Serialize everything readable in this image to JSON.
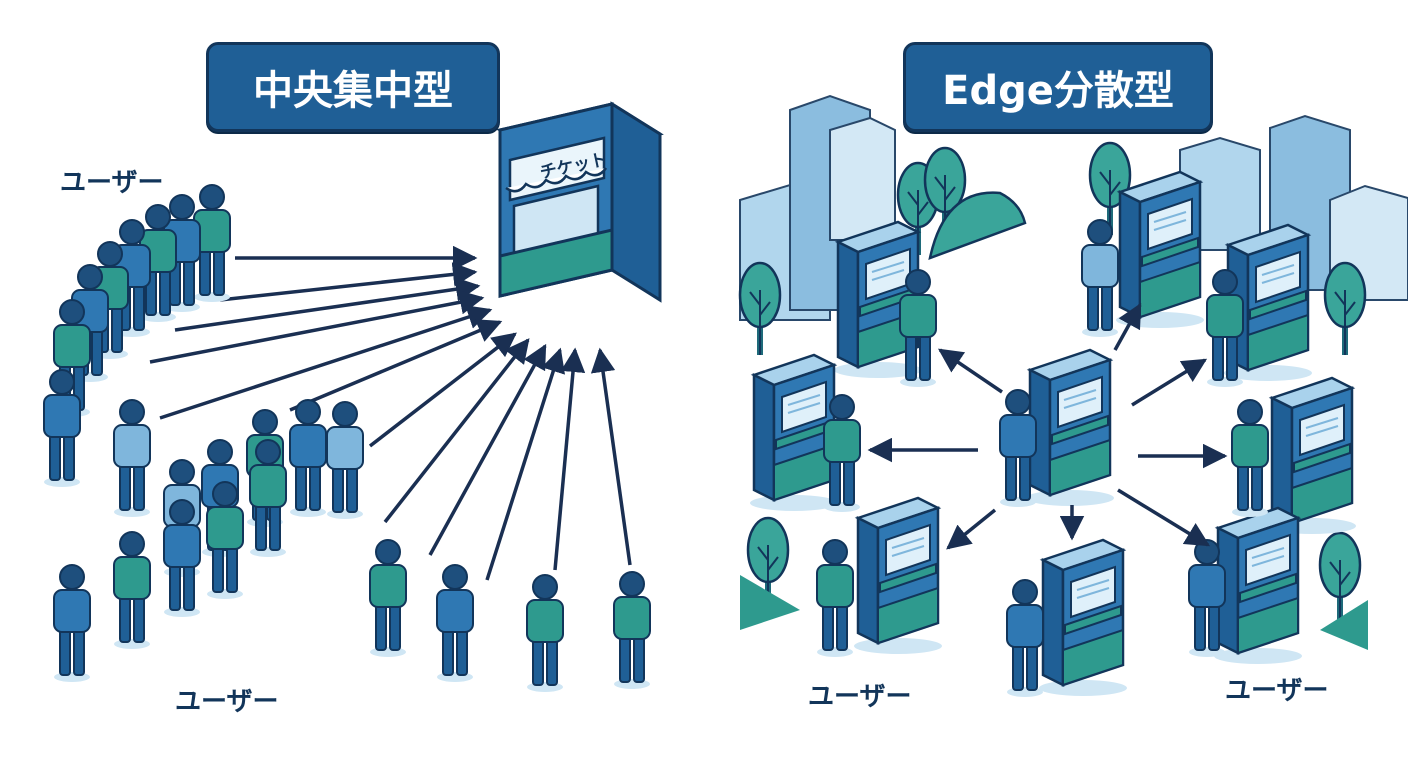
{
  "panels": {
    "left": {
      "title": "中央集中型",
      "booth_sign": "チケット",
      "user_labels": [
        "ユーザー",
        "ユーザー"
      ]
    },
    "right": {
      "title": "Edge分散型",
      "user_labels": [
        "ユーザー",
        "ユーザー"
      ]
    }
  },
  "colors": {
    "navy": "#12355a",
    "blue": "#1f5f96",
    "mid_blue": "#2f78b3",
    "light_blue": "#a9d2ec",
    "teal": "#2e9a8e",
    "arrow": "#1a2f52"
  },
  "icons": [
    "person-icon",
    "ticket-booth-icon",
    "kiosk-icon",
    "tree-icon",
    "building-icon"
  ]
}
